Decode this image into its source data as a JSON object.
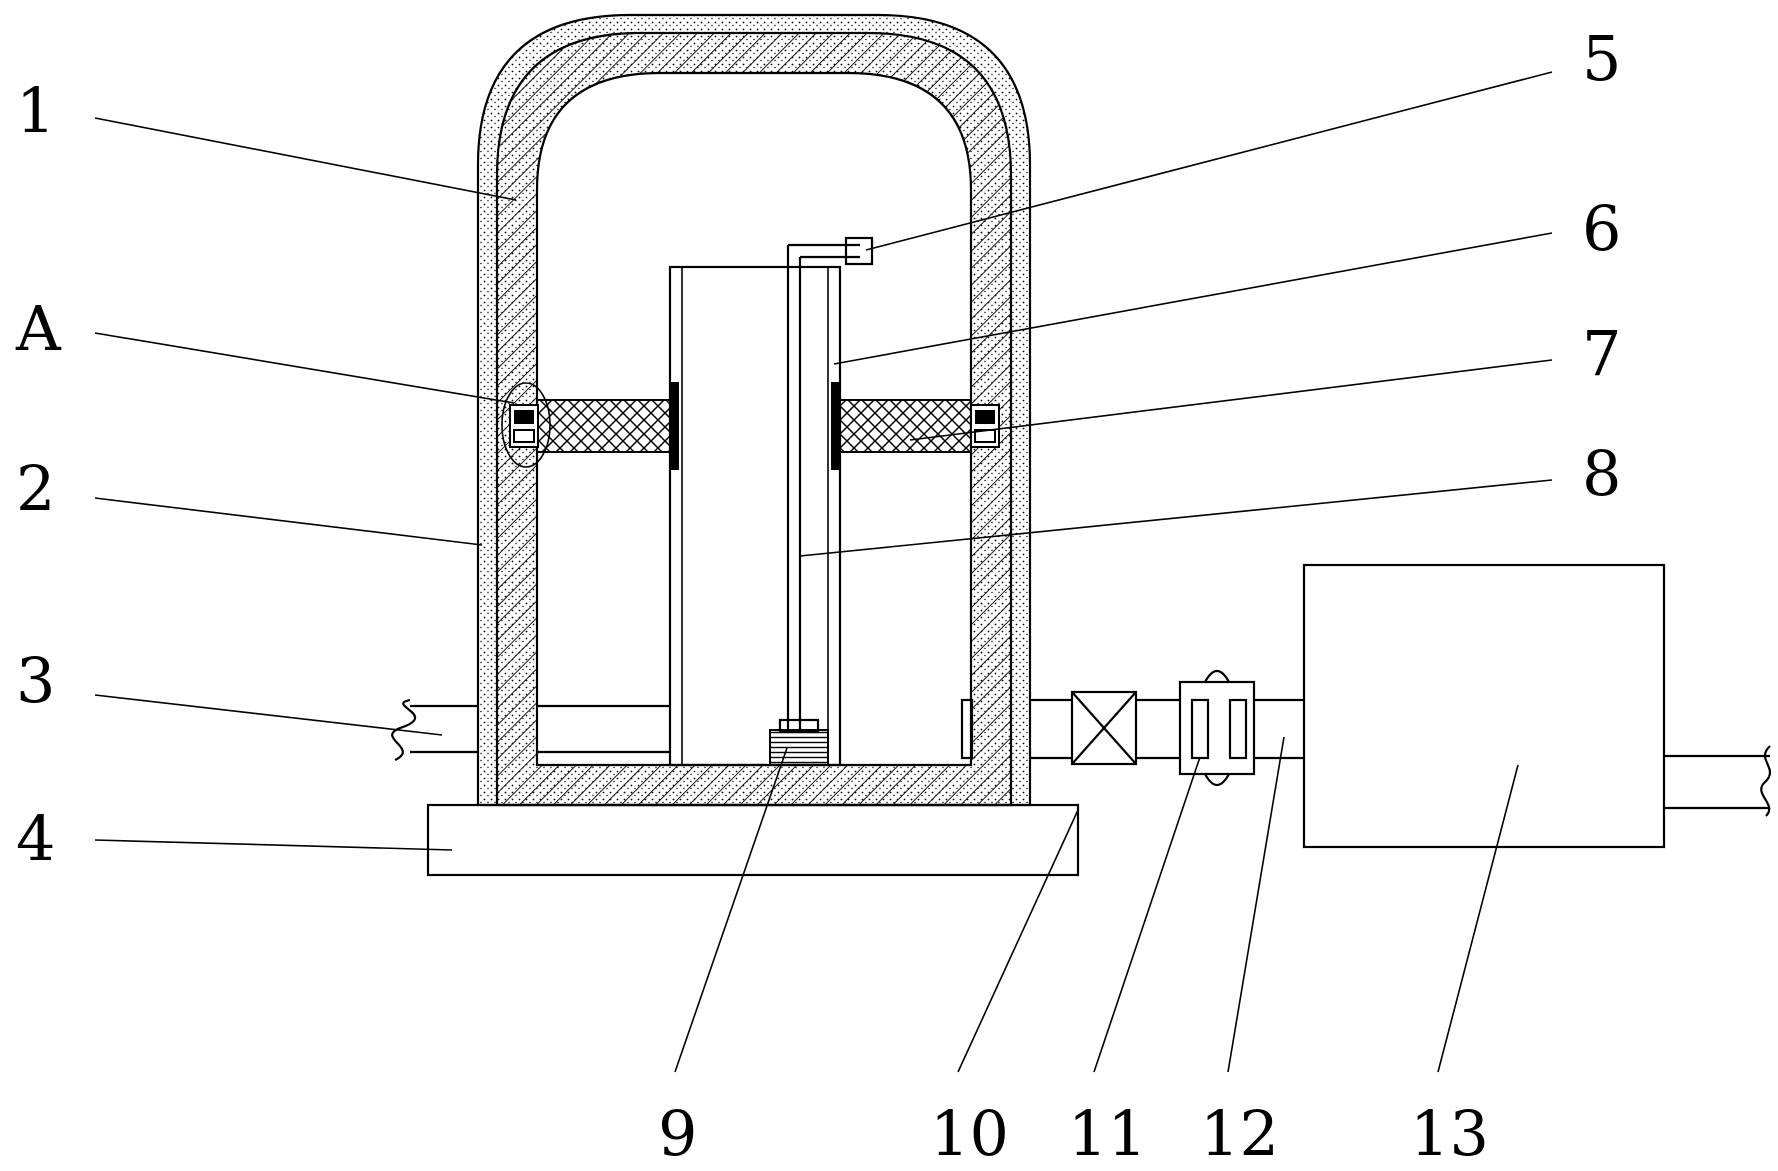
{
  "labels": {
    "l1": "1",
    "lA": "A",
    "l2": "2",
    "l3": "3",
    "l4": "4",
    "l5": "5",
    "l6": "6",
    "l7": "7",
    "l8": "8",
    "l9": "9",
    "l10": "10",
    "l11": "11",
    "l12": "12",
    "l13": "13"
  },
  "colors": {
    "stroke": "#000000",
    "background": "#ffffff"
  }
}
